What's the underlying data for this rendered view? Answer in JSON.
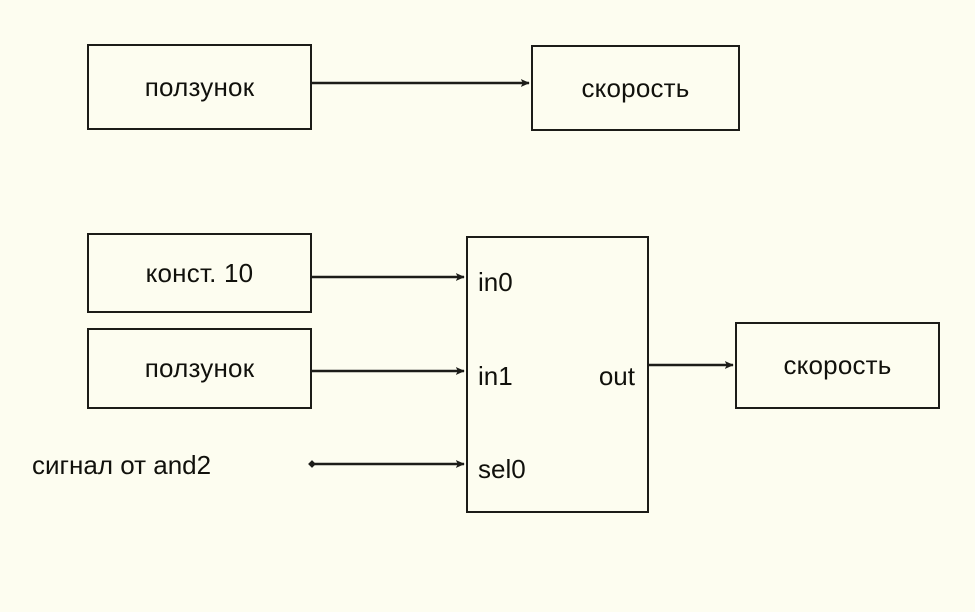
{
  "diagram": {
    "title_visible": false,
    "background_color": "#fdfdf0",
    "line_color": "#1c1c18",
    "text_color": "#11110c",
    "top_group": {
      "source_box": {
        "label": "ползунок"
      },
      "target_box": {
        "label": "скорость"
      },
      "connector": {
        "from": "ползунок",
        "to": "скорость",
        "arrow": "right"
      }
    },
    "bottom_group": {
      "input_boxes": [
        {
          "label": "конст. 10"
        },
        {
          "label": "ползунок"
        }
      ],
      "external_signal": {
        "label": "сигнал от and2"
      },
      "mux": {
        "inputs": [
          {
            "label": "in0"
          },
          {
            "label": "in1"
          },
          {
            "label": "sel0"
          }
        ],
        "outputs": [
          {
            "label": "out"
          }
        ]
      },
      "target_box": {
        "label": "скорость"
      },
      "connectors": [
        {
          "from": "конст. 10",
          "to": "in0",
          "arrow": "right"
        },
        {
          "from": "ползунок",
          "to": "in1",
          "arrow": "right"
        },
        {
          "from": "сигнал от and2",
          "to": "sel0",
          "arrow": "right",
          "tail": "diamond"
        },
        {
          "from": "out",
          "to": "скорость",
          "arrow": "right"
        }
      ]
    }
  }
}
